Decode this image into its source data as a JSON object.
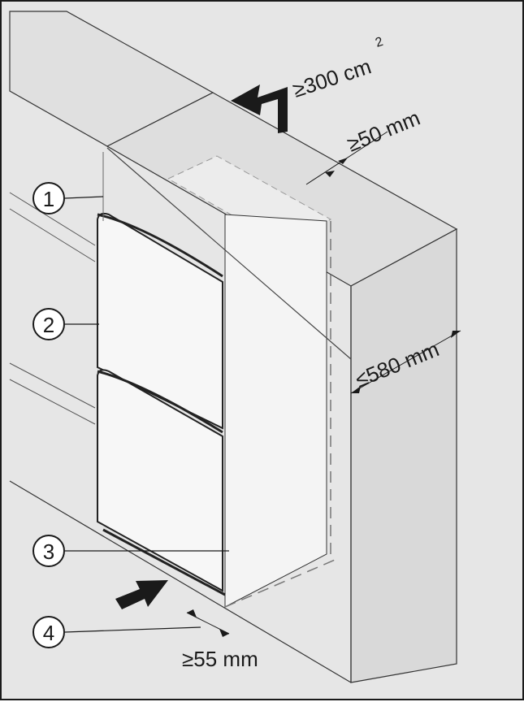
{
  "callouts": [
    {
      "number": "1"
    },
    {
      "number": "2"
    },
    {
      "number": "3"
    },
    {
      "number": "4"
    }
  ],
  "dimensions": {
    "ventilation_area": "≥300 cm",
    "ventilation_area_exp": "2",
    "top_gap": "≥50 mm",
    "niche_depth": "≤580 mm",
    "bottom_gap": "≥55 mm"
  },
  "colors": {
    "background": "#e6e6e6",
    "cabinet": "#dcdcdc",
    "appliance": "#f2f2f2",
    "line": "#1a1a1a"
  }
}
